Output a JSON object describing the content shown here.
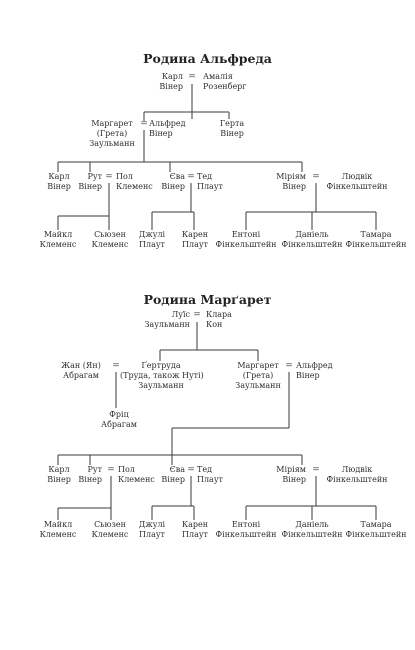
{
  "families": [
    {
      "title": "Родина Альфреда",
      "people": {
        "karl_sr": [
          "Карл",
          "Вінер"
        ],
        "amalia": [
          "Амалія",
          "Розенберг"
        ],
        "margaret": [
          "Маргарет",
          "(Грета)",
          "Заульманн"
        ],
        "alfred": [
          "Альфред",
          "Вінер"
        ],
        "gerta": [
          "Герта",
          "Вінер"
        ],
        "karl": [
          "Карл",
          "Вінер"
        ],
        "rut": [
          "Рут",
          "Вінер"
        ],
        "pol": [
          "Пол",
          "Клеменс"
        ],
        "eva": [
          "Єва",
          "Вінер"
        ],
        "ted": [
          "Тед",
          "Плаут"
        ],
        "miriam": [
          "Міріям",
          "Вінер"
        ],
        "ludvik": [
          "Людвік",
          "Фінкельштейн"
        ],
        "maikl": [
          "Майкл",
          "Клеменс"
        ],
        "siuzen": [
          "Сьюзен",
          "Клеменс"
        ],
        "dzhuli": [
          "Джулі",
          "Плаут"
        ],
        "karen": [
          "Карен",
          "Плаут"
        ],
        "entoni": [
          "Ентоні",
          "Фінкельштейн"
        ],
        "daniel": [
          "Даніель",
          "Фінкельштейн"
        ],
        "tamara": [
          "Тамара",
          "Фінкельштейн"
        ]
      }
    },
    {
      "title": "Родина Марґарет",
      "people": {
        "luis": [
          "Луїс",
          "Заульманн"
        ],
        "klara": [
          "Клара",
          "Кон"
        ],
        "zhan": [
          "Жан (Ян)",
          "Абрагам"
        ],
        "gertruda": [
          "Ґертруда",
          "(Труда, також Нуті)",
          "Заульманн"
        ],
        "margaret": [
          "Маргарет",
          "(Грета)",
          "Заульманн"
        ],
        "alfred": [
          "Альфред",
          "Вінер"
        ],
        "frits": [
          "Фріц",
          "Абрагам"
        ],
        "karl": [
          "Карл",
          "Вінер"
        ],
        "rut": [
          "Рут",
          "Вінер"
        ],
        "pol": [
          "Пол",
          "Клеменс"
        ],
        "eva": [
          "Єва",
          "Вінер"
        ],
        "ted": [
          "Тед",
          "Плаут"
        ],
        "miriam": [
          "Міріям",
          "Вінер"
        ],
        "ludvik": [
          "Людвік",
          "Фінкельштейн"
        ],
        "maikl": [
          "Майкл",
          "Клеменс"
        ],
        "siuzen": [
          "Сьюзен",
          "Клеменс"
        ],
        "dzhuli": [
          "Джулі",
          "Плаут"
        ],
        "karen": [
          "Карен",
          "Плаут"
        ],
        "entoni": [
          "Ентоні",
          "Фінкельштейн"
        ],
        "daniel": [
          "Даніель",
          "Фінкельштейн"
        ],
        "tamara": [
          "Тамара",
          "Фінкельштейн"
        ]
      }
    }
  ],
  "marriage_symbol": "=",
  "colors": {
    "line": "#3a3a3a",
    "text": "#2e2e2e",
    "background": "#ffffff"
  }
}
